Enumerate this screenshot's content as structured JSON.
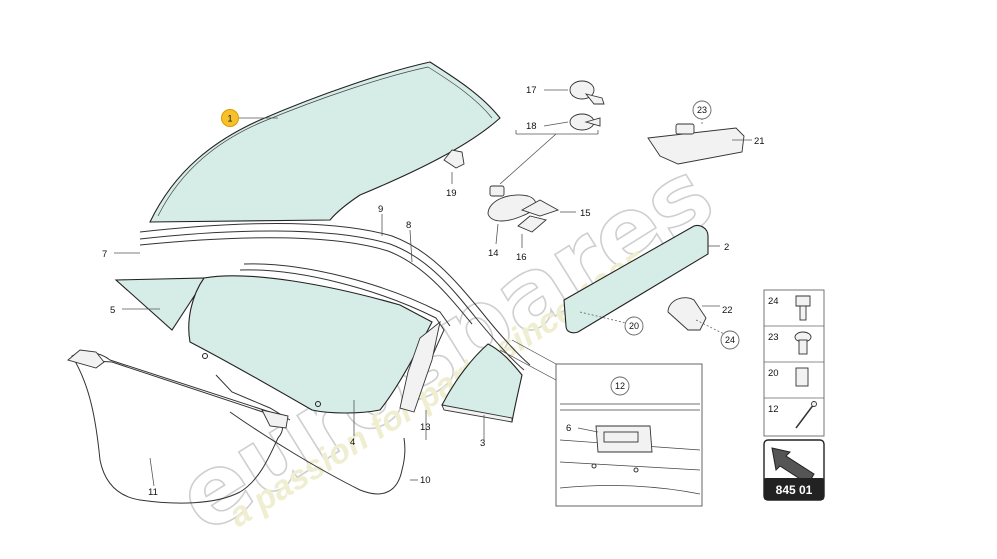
{
  "watermark": {
    "brand": "eurospares",
    "tagline": "a passion for parts since 1985"
  },
  "callouts": {
    "c1": "1",
    "c2": "2",
    "c3": "3",
    "c4": "4",
    "c5": "5",
    "c6": "6",
    "c7": "7",
    "c8": "8",
    "c9": "9",
    "c10": "10",
    "c11": "11",
    "c12": "12",
    "c13": "13",
    "c14": "14",
    "c15": "15",
    "c16": "16",
    "c17": "17",
    "c18": "18",
    "c19": "19",
    "c20": "20",
    "c21": "21",
    "c22": "22",
    "c23": "23",
    "c24": "24",
    "c12_detail": "12"
  },
  "fastener_legend": [
    {
      "number": "24",
      "icon": "bolt-icon"
    },
    {
      "number": "23",
      "icon": "screw-icon"
    },
    {
      "number": "20",
      "icon": "clip-block-icon"
    },
    {
      "number": "12",
      "icon": "pin-icon"
    }
  ],
  "page_ref": "845 01",
  "colors": {
    "glass": "#d6ece6",
    "highlight_callout": "#f6c12a",
    "page_box": "#222222"
  }
}
